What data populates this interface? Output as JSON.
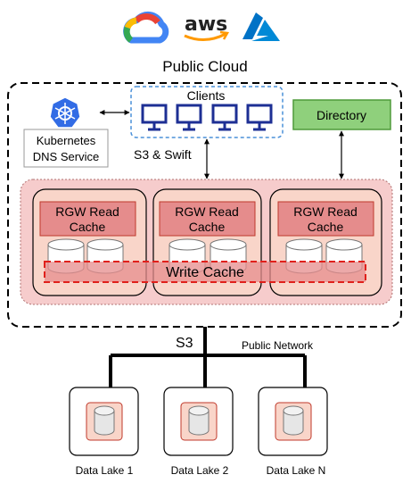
{
  "logos": {
    "google_cloud": "google-cloud-logo",
    "aws": "aws",
    "azure": "azure-logo"
  },
  "cloud": {
    "title": "Public Cloud",
    "clients_label": "Clients",
    "protocol_label": "S3 & Swift",
    "kubernetes_label_line1": "Kubernetes",
    "kubernetes_label_line2": "DNS Service",
    "directory_label": "Directory",
    "cache_nodes": [
      {
        "read_cache_line1": "RGW Read",
        "read_cache_line2": "Cache"
      },
      {
        "read_cache_line1": "RGW Read",
        "read_cache_line2": "Cache"
      },
      {
        "read_cache_line1": "RGW Read",
        "read_cache_line2": "Cache"
      }
    ],
    "write_cache_label": "Write Cache"
  },
  "network": {
    "protocol_label": "S3",
    "network_label": "Public Network"
  },
  "data_lakes": [
    {
      "label": "Data Lake 1"
    },
    {
      "label": "Data Lake 2"
    },
    {
      "label": "Data Lake N"
    }
  ],
  "colors": {
    "cluster_fill": "#f6cccc",
    "node_fill": "#f9d5c9",
    "read_cache_fill": "#e58c8c",
    "read_cache_border": "#c0392b",
    "write_cache_border": "#e0201b",
    "directory_fill": "#8fd07c",
    "directory_border": "#4f9a3a",
    "clients_border": "#4a90d9",
    "monitor_color": "#1d2f94",
    "kubernetes_blue": "#326ce5"
  }
}
